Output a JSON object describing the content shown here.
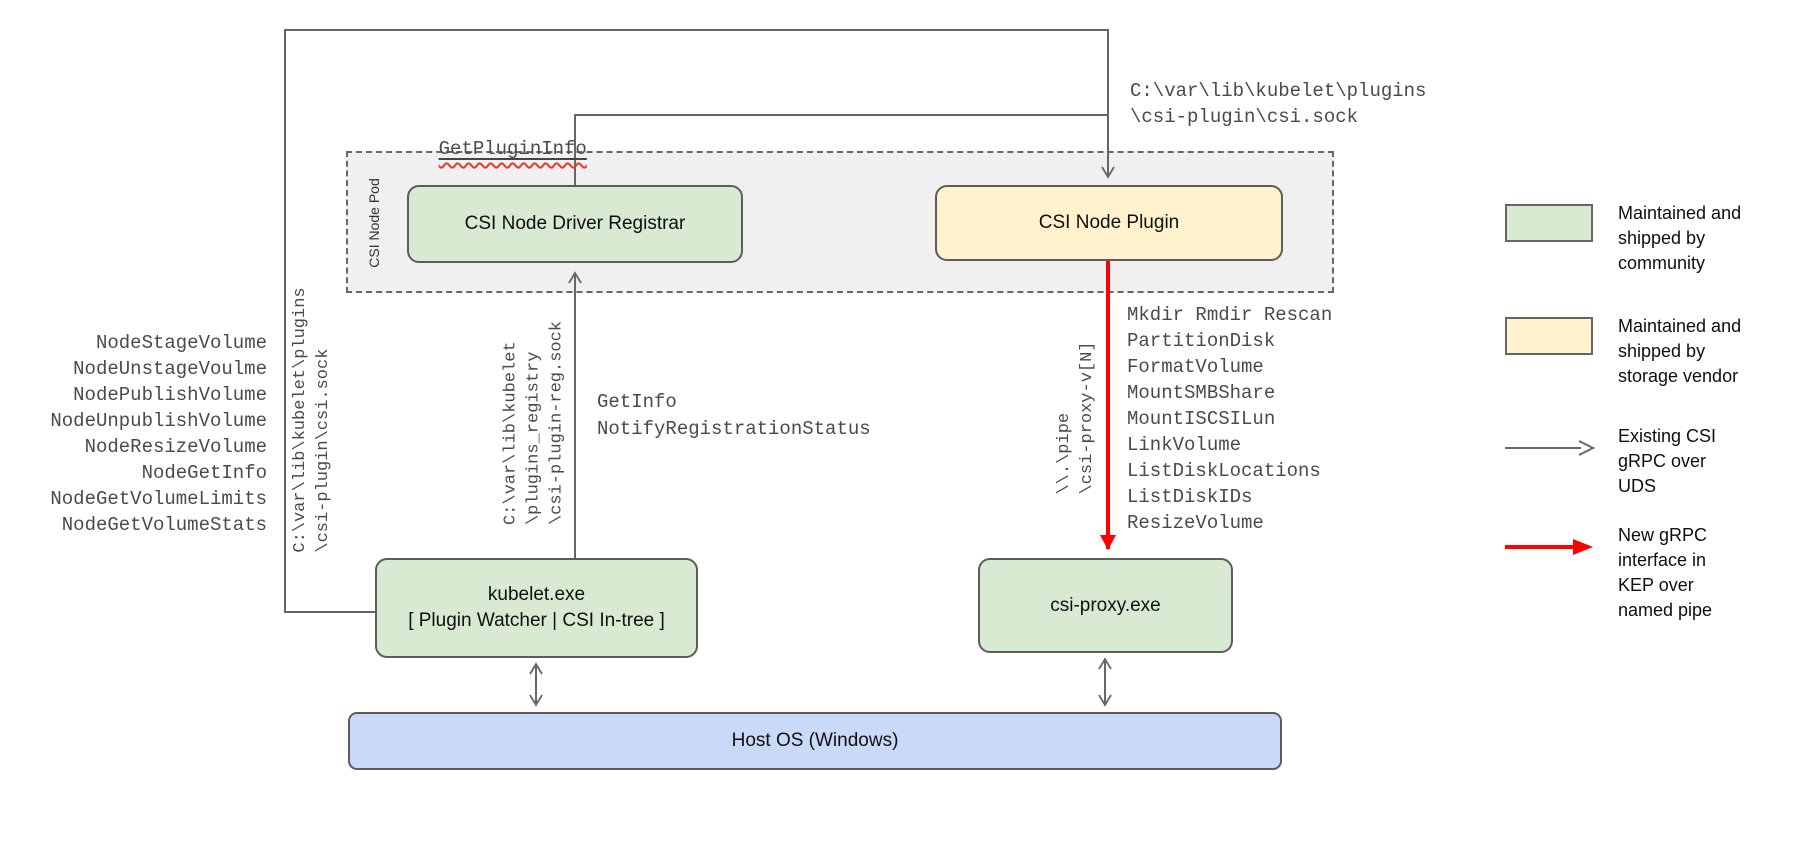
{
  "colors": {
    "community_green": "#d9ead3",
    "vendor_yellow": "#fff2cc",
    "host_blue": "#c9daf8",
    "wire_gray": "#666666",
    "new_rpc_red": "#ff0000",
    "pod_fill": "#f0f0f0",
    "squiggle_red": "#e43a2e"
  },
  "pod": {
    "label": "CSI Node Pod"
  },
  "boxes": {
    "registrar": {
      "label": "CSI Node Driver Registrar"
    },
    "plugin": {
      "label": "CSI Node Plugin"
    },
    "kubelet": {
      "lines": [
        "kubelet.exe",
        "[ Plugin Watcher | CSI In-tree ]"
      ]
    },
    "csi_proxy": {
      "label": "csi-proxy.exe"
    },
    "host_os": {
      "label": "Host OS (Windows)"
    }
  },
  "annotations": {
    "get_plugin_info": "GetPluginInfo",
    "csi_sock_path": [
      "C:\\var\\lib\\kubelet\\plugins",
      "\\csi-plugin\\csi.sock"
    ],
    "csi_sock_path_vertical": [
      "C:\\var\\lib\\kubelet\\plugins",
      "\\csi-plugin\\csi.sock"
    ],
    "registry_sock_path_vertical": [
      "C:\\var\\lib\\kubelet",
      "\\plugins_registry",
      "\\csi-plugin-reg.sock"
    ],
    "pipe_path_vertical": [
      "\\\\.\\pipe",
      "\\csi-proxy-v[N]"
    ],
    "registration_calls": [
      "GetInfo",
      "NotifyRegistrationStatus"
    ],
    "node_calls": [
      "NodeStageVolume",
      "NodeUnstageVoulme",
      "NodePublishVolume",
      "NodeUnpublishVolume",
      "NodeResizeVolume",
      "NodeGetInfo",
      "NodeGetVolumeLimits",
      "NodeGetVolumeStats"
    ],
    "proxy_calls": [
      "Mkdir Rmdir Rescan",
      "PartitionDisk",
      "FormatVolume",
      "MountSMBShare",
      "MountISCSILun",
      "LinkVolume",
      "ListDiskLocations",
      "ListDiskIDs",
      "ResizeVolume"
    ]
  },
  "legend": {
    "items": [
      {
        "swatch": "green-box",
        "label": "Maintained and\nshipped by\ncommunity"
      },
      {
        "swatch": "yellow-box",
        "label": "Maintained and\nshipped by\nstorage vendor"
      },
      {
        "swatch": "gray-arrow",
        "label": "Existing CSI\ngRPC over\nUDS"
      },
      {
        "swatch": "red-arrow",
        "label": "New gRPC\ninterface in\nKEP over\nnamed pipe"
      }
    ]
  }
}
